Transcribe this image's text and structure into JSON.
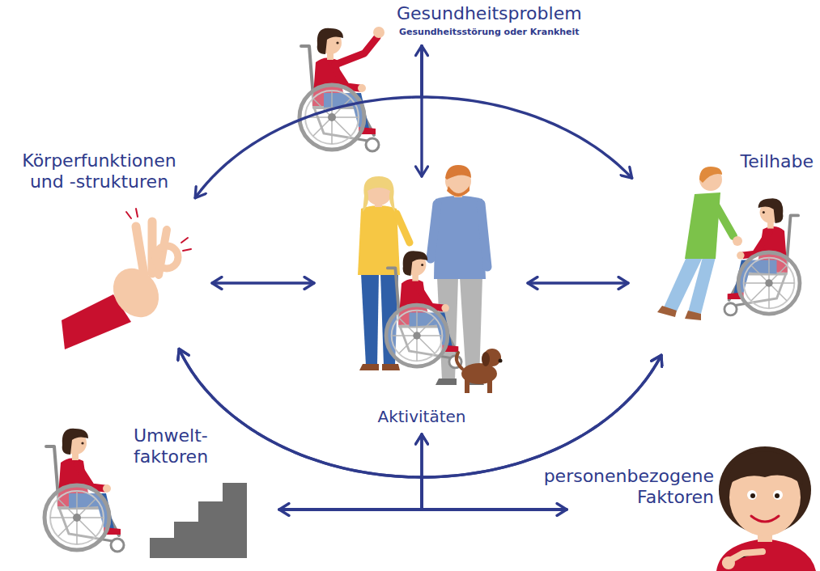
{
  "diagram": {
    "nodes": [
      {
        "text": [
          "Gesundheitsproblem",
          "Gesundheitsstörung oder Krankheit"
        ]
      },
      {
        "text": [
          "Körperfunktionen und -strukturen"
        ]
      },
      {
        "text": [
          "Aktivitäten"
        ]
      },
      {
        "text": [
          "Teilhabe"
        ]
      },
      {
        "text": [
          "Umwelt- faktoren"
        ]
      },
      {
        "text": [
          "personenbezogene Faktoren"
        ]
      }
    ],
    "edges": [
      {
        "from": 0,
        "to": 2,
        "arrow": "both"
      },
      {
        "from": 1,
        "to": 2,
        "arrow": "both"
      },
      {
        "from": 2,
        "to": 3,
        "arrow": "both"
      },
      {
        "from": 0,
        "to": 1,
        "arrow": "to"
      },
      {
        "from": 0,
        "to": 3,
        "arrow": "to"
      },
      {
        "from": 4,
        "to": 5,
        "arrow": "both"
      },
      {
        "from": 4,
        "to": 2,
        "arrow": "to"
      },
      {
        "from": 5,
        "to": 2,
        "arrow": "to"
      },
      {
        "from": 4,
        "to": 1,
        "arrow": "to"
      },
      {
        "from": 5,
        "to": 1,
        "arrow": "to"
      },
      {
        "from": 4,
        "to": 3,
        "arrow": "to"
      },
      {
        "from": 5,
        "to": 3,
        "arrow": "to"
      }
    ]
  }
}
